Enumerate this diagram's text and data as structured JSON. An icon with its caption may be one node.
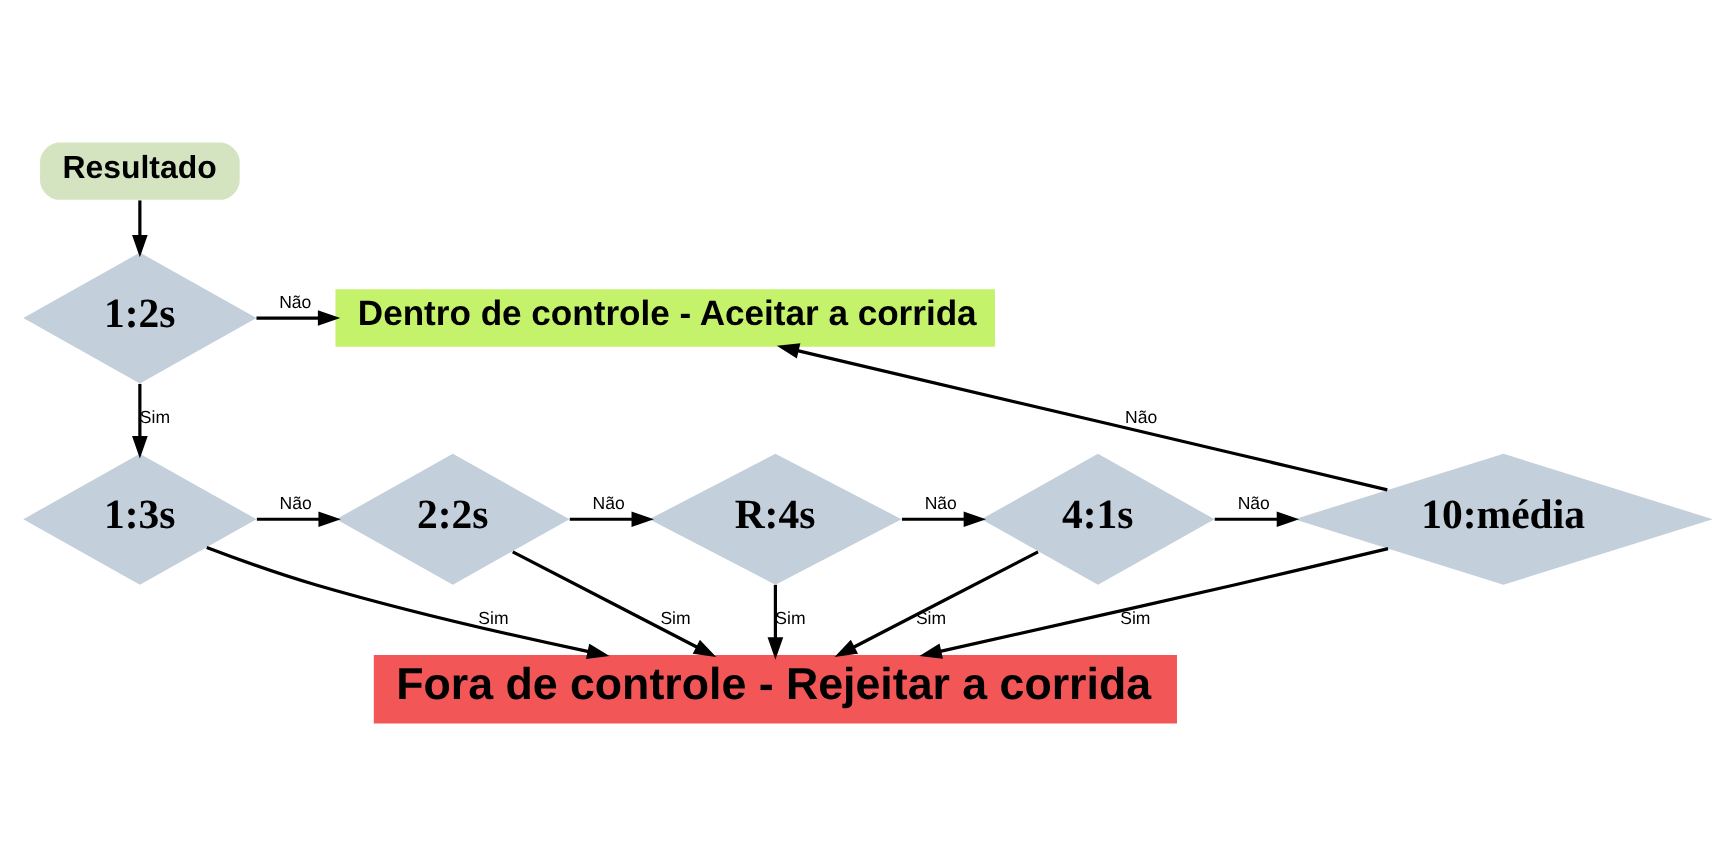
{
  "diagram": {
    "nodes": [
      {
        "text": [
          "Resultado"
        ]
      },
      {
        "text": [
          "1:2s"
        ]
      },
      {
        "text": [
          "Dentro de controle - Aceitar a corrida"
        ]
      },
      {
        "text": [
          "1:3s"
        ]
      },
      {
        "text": [
          "2:2s"
        ]
      },
      {
        "text": [
          "R:4s"
        ]
      },
      {
        "text": [
          "4:1s"
        ]
      },
      {
        "text": [
          "10:média"
        ]
      },
      {
        "text": [
          "Fora de controle - Rejeitar a corrida"
        ]
      }
    ],
    "edges": [
      {
        "from": 0,
        "to": 1,
        "arrow": "to"
      },
      {
        "from": 1,
        "to": 2,
        "arrow": "to",
        "label": "Não"
      },
      {
        "from": 1,
        "to": 3,
        "arrow": "to",
        "label": "Sim"
      },
      {
        "from": 3,
        "to": 4,
        "arrow": "to",
        "label": "Não"
      },
      {
        "from": 4,
        "to": 5,
        "arrow": "to",
        "label": "Não"
      },
      {
        "from": 5,
        "to": 6,
        "arrow": "to",
        "label": "Não"
      },
      {
        "from": 6,
        "to": 7,
        "arrow": "to",
        "label": "Não"
      },
      {
        "from": 7,
        "to": 2,
        "arrow": "to",
        "label": "Não"
      },
      {
        "from": 3,
        "to": 8,
        "arrow": "to",
        "label": "Sim"
      },
      {
        "from": 4,
        "to": 8,
        "arrow": "to",
        "label": "Sim"
      },
      {
        "from": 5,
        "to": 8,
        "arrow": "to",
        "label": "Sim"
      },
      {
        "from": 6,
        "to": 8,
        "arrow": "to",
        "label": "Sim"
      },
      {
        "from": 7,
        "to": 8,
        "arrow": "to",
        "label": "Sim"
      }
    ]
  }
}
